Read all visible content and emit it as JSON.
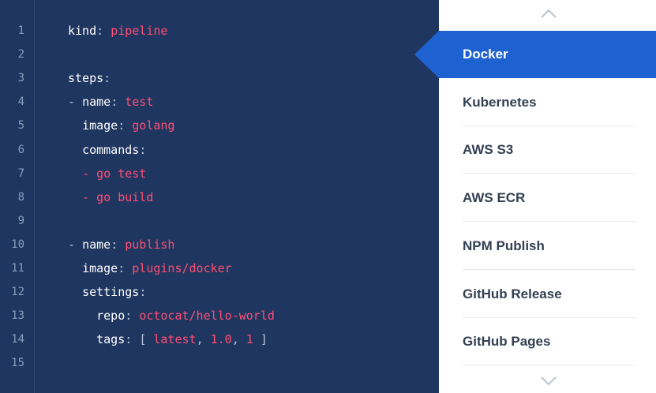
{
  "code": {
    "lines": [
      {
        "num": "1",
        "parts": [
          {
            "t": "kind",
            "c": "k"
          },
          {
            "t": ": ",
            "c": "p"
          },
          {
            "t": "pipeline",
            "c": "v"
          }
        ]
      },
      {
        "num": "2",
        "parts": []
      },
      {
        "num": "3",
        "parts": [
          {
            "t": "steps",
            "c": "k"
          },
          {
            "t": ":",
            "c": "p"
          }
        ]
      },
      {
        "num": "4",
        "parts": [
          {
            "t": "- ",
            "c": "p"
          },
          {
            "t": "name",
            "c": "k"
          },
          {
            "t": ": ",
            "c": "p"
          },
          {
            "t": "test",
            "c": "v"
          }
        ]
      },
      {
        "num": "5",
        "parts": [
          {
            "t": "  ",
            "c": "p"
          },
          {
            "t": "image",
            "c": "k"
          },
          {
            "t": ": ",
            "c": "p"
          },
          {
            "t": "golang",
            "c": "v"
          }
        ]
      },
      {
        "num": "6",
        "parts": [
          {
            "t": "  ",
            "c": "p"
          },
          {
            "t": "commands",
            "c": "k"
          },
          {
            "t": ":",
            "c": "p"
          }
        ]
      },
      {
        "num": "7",
        "parts": [
          {
            "t": "  - ",
            "c": "v"
          },
          {
            "t": "go test",
            "c": "v"
          }
        ]
      },
      {
        "num": "8",
        "parts": [
          {
            "t": "  - ",
            "c": "v"
          },
          {
            "t": "go build",
            "c": "v"
          }
        ]
      },
      {
        "num": "9",
        "parts": []
      },
      {
        "num": "10",
        "parts": [
          {
            "t": "- ",
            "c": "p"
          },
          {
            "t": "name",
            "c": "k"
          },
          {
            "t": ": ",
            "c": "p"
          },
          {
            "t": "publish",
            "c": "v"
          }
        ]
      },
      {
        "num": "11",
        "parts": [
          {
            "t": "  ",
            "c": "p"
          },
          {
            "t": "image",
            "c": "k"
          },
          {
            "t": ": ",
            "c": "p"
          },
          {
            "t": "plugins/docker",
            "c": "v"
          }
        ]
      },
      {
        "num": "12",
        "parts": [
          {
            "t": "  ",
            "c": "p"
          },
          {
            "t": "settings",
            "c": "k"
          },
          {
            "t": ":",
            "c": "p"
          }
        ]
      },
      {
        "num": "13",
        "parts": [
          {
            "t": "    ",
            "c": "p"
          },
          {
            "t": "repo",
            "c": "k"
          },
          {
            "t": ": ",
            "c": "p"
          },
          {
            "t": "octocat/hello-world",
            "c": "v"
          }
        ]
      },
      {
        "num": "14",
        "parts": [
          {
            "t": "    ",
            "c": "p"
          },
          {
            "t": "tags",
            "c": "k"
          },
          {
            "t": ": ",
            "c": "p"
          },
          {
            "t": "[ ",
            "c": "p"
          },
          {
            "t": "latest",
            "c": "v"
          },
          {
            "t": ", ",
            "c": "p"
          },
          {
            "t": "1.0",
            "c": "v"
          },
          {
            "t": ", ",
            "c": "p"
          },
          {
            "t": "1",
            "c": "v"
          },
          {
            "t": " ]",
            "c": "p"
          }
        ]
      },
      {
        "num": "15",
        "parts": []
      }
    ]
  },
  "menu": {
    "scroll_up_icon": "chevron-up-icon",
    "scroll_down_icon": "chevron-down-icon",
    "active_index": 0,
    "items": [
      {
        "label": "Docker",
        "slug": "docker"
      },
      {
        "label": "Kubernetes",
        "slug": "kubernetes"
      },
      {
        "label": "AWS S3",
        "slug": "aws-s3"
      },
      {
        "label": "AWS ECR",
        "slug": "aws-ecr"
      },
      {
        "label": "NPM Publish",
        "slug": "npm-publish"
      },
      {
        "label": "GitHub Release",
        "slug": "github-release"
      },
      {
        "label": "GitHub Pages",
        "slug": "github-pages"
      }
    ]
  },
  "colors": {
    "code_background": "#1f3660",
    "key": "#ffffff",
    "value": "#ff4f74",
    "line_number": "#8a9cba",
    "active_menu": "#1e62d1",
    "menu_text": "#333f52"
  }
}
